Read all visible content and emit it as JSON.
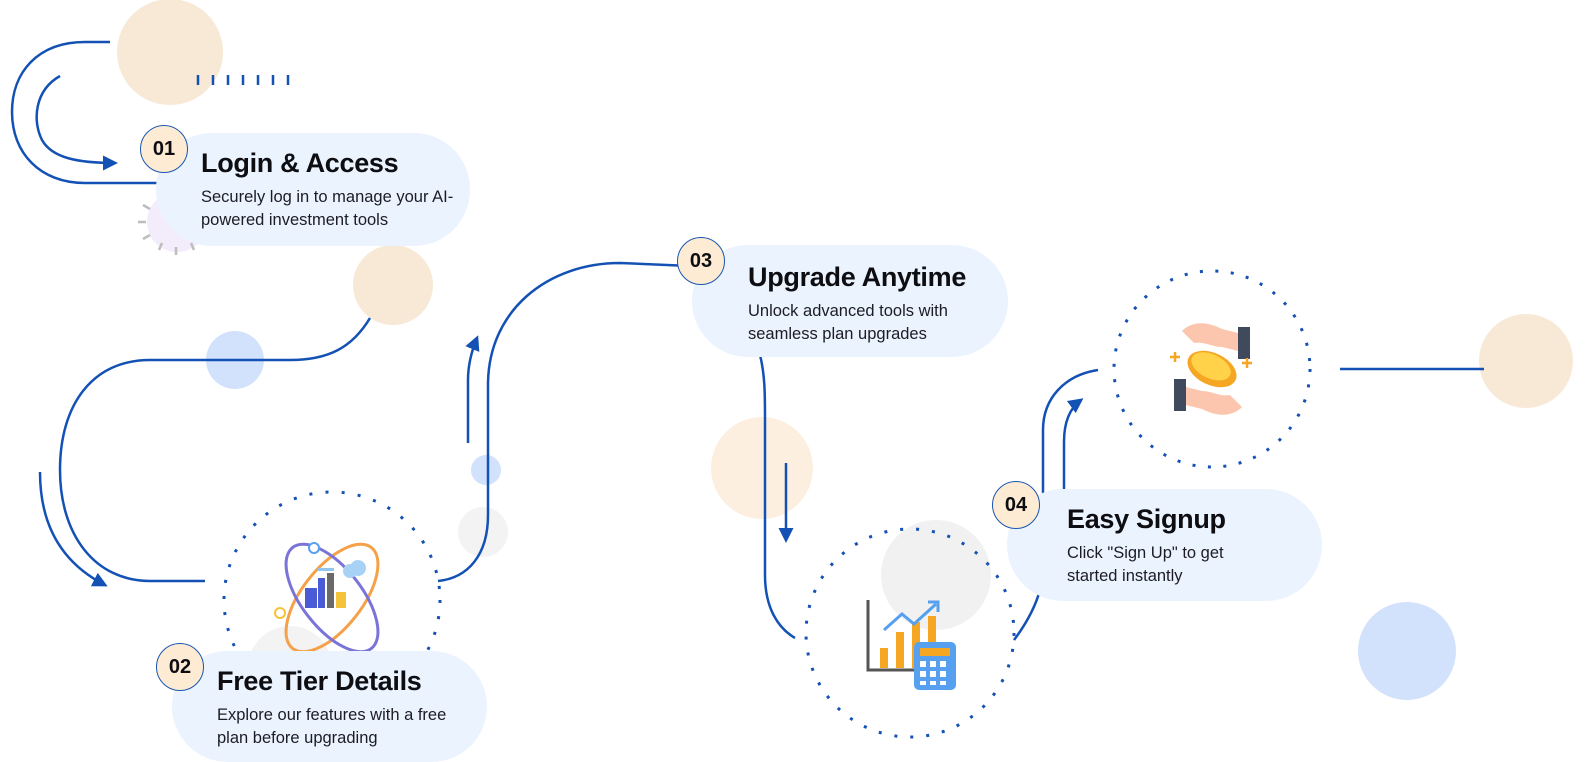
{
  "colors": {
    "line": "#1451b4",
    "card_bg": "#ebf3fe",
    "badge_bg": "#fdecd3",
    "peach_circle": "#f8e9d6",
    "blue_circle": "#d2e2fc",
    "grey_circle": "#f1f1f1"
  },
  "steps": [
    {
      "number": "01",
      "title": "Login & Access",
      "description": "Securely log in to manage your AI-powered investment tools",
      "icon": "ai-brain-icon"
    },
    {
      "number": "02",
      "title": "Free Tier Details",
      "description": "Explore our features with a free plan before upgrading",
      "icon": "orbit-city-chart-icon"
    },
    {
      "number": "03",
      "title": "Upgrade Anytime",
      "description": "Unlock advanced tools with seamless plan upgrades",
      "icon": "growth-chart-calculator-icon"
    },
    {
      "number": "04",
      "title": "Easy Signup",
      "description": "Click \"Sign Up\" to get started instantly",
      "icon": "hands-coin-icon"
    }
  ]
}
